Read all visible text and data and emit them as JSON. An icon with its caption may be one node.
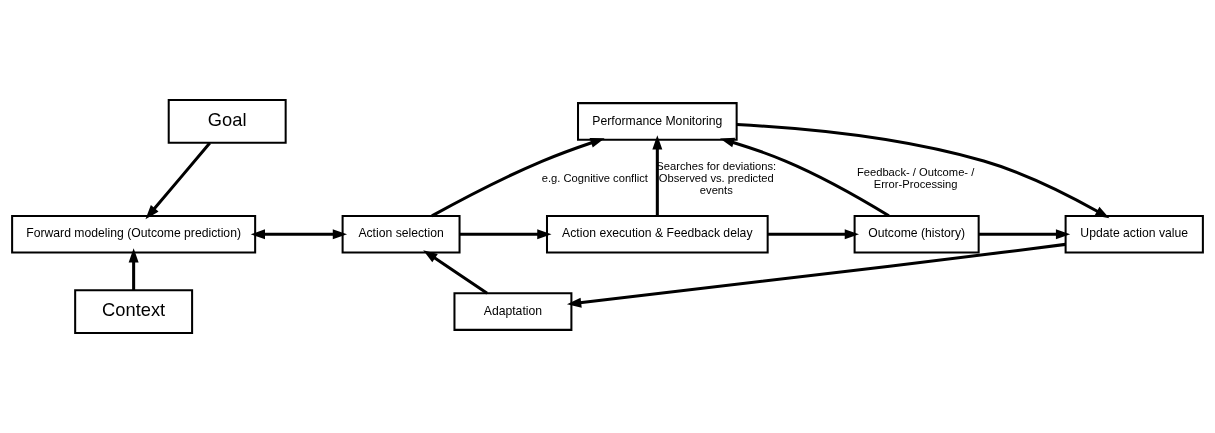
{
  "diagram": {
    "nodes": [
      {
        "text": [
          "Goal"
        ]
      },
      {
        "text": [
          "Context"
        ]
      },
      {
        "text": [
          "Forward modeling (Outcome prediction)"
        ]
      },
      {
        "text": [
          "Action selection"
        ]
      },
      {
        "text": [
          "Action execution & Feedback delay"
        ]
      },
      {
        "text": [
          "Outcome (history)"
        ]
      },
      {
        "text": [
          "Update action value"
        ]
      },
      {
        "text": [
          "Performance Monitoring"
        ]
      },
      {
        "text": [
          "Adaptation"
        ]
      }
    ],
    "edges": [
      {
        "from": 0,
        "to": 2,
        "arrow": "to"
      },
      {
        "from": 1,
        "to": 2,
        "arrow": "to"
      },
      {
        "from": 2,
        "to": 3,
        "arrow": "both"
      },
      {
        "from": 3,
        "to": 4,
        "arrow": "to"
      },
      {
        "from": 4,
        "to": 5,
        "arrow": "to"
      },
      {
        "from": 5,
        "to": 6,
        "arrow": "to"
      },
      {
        "from": 3,
        "to": 7,
        "arrow": "to",
        "label": "e.g. Cognitive conflict"
      },
      {
        "from": 4,
        "to": 7,
        "arrow": "to",
        "label": "Searches for deviations: Observed vs. predicted events"
      },
      {
        "from": 5,
        "to": 7,
        "arrow": "to",
        "label": "Feedback- / Outcome- / Error-Processing"
      },
      {
        "from": 7,
        "to": 6,
        "arrow": "to"
      },
      {
        "from": 6,
        "to": 8,
        "arrow": "to"
      },
      {
        "from": 8,
        "to": 3,
        "arrow": "to"
      }
    ]
  }
}
